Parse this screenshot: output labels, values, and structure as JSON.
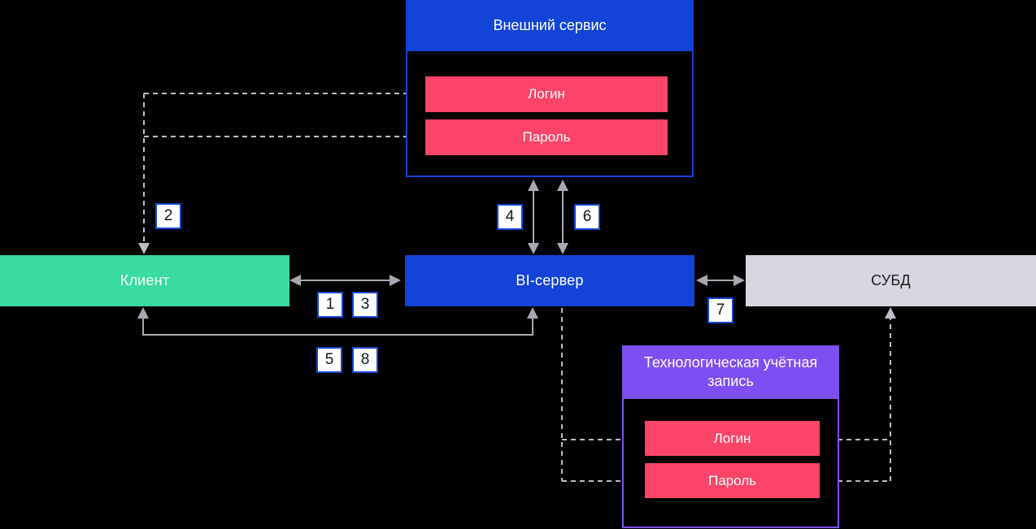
{
  "external_service": {
    "title": "Внешний сервис",
    "login": "Логин",
    "password": "Пароль"
  },
  "client": {
    "title": "Клиент"
  },
  "bi_server": {
    "title": "BI-сервер"
  },
  "dbms": {
    "title": "СУБД"
  },
  "tech_account": {
    "title": "Технологическая учётная запись",
    "login": "Логин",
    "password": "Пароль"
  },
  "steps": {
    "s1": "1",
    "s2": "2",
    "s3": "3",
    "s4": "4",
    "s5": "5",
    "s6": "6",
    "s7": "7",
    "s8": "8"
  },
  "colors": {
    "background": "#000000",
    "blue": "#1344d7",
    "green": "#3adba0",
    "pink": "#fb4468",
    "purple": "#7d4ff2",
    "dbms_gray": "#d8d7df",
    "arrow_solid": "#a9a8b2",
    "arrow_dashed": "#bdbcc6",
    "badge_border": "#1344d7"
  }
}
